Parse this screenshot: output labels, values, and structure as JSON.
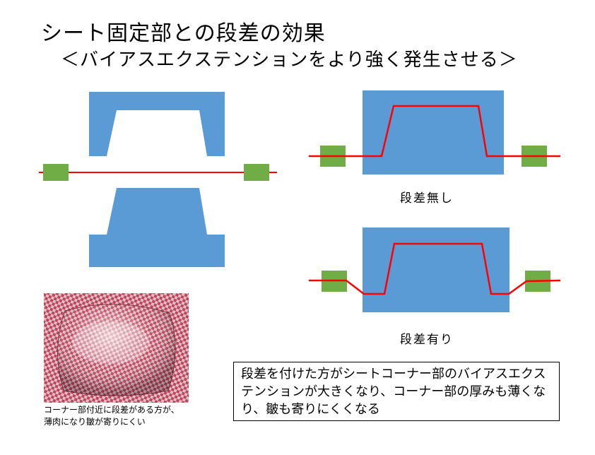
{
  "header": {
    "title": "シート固定部との段差の効果",
    "subtitle": "＜バイアスエクステンションをより強く発生させる＞"
  },
  "diagrams": {
    "no_step_caption": "段差無し",
    "with_step_caption": "段差有り"
  },
  "photo": {
    "caption_line1": "コーナー部付近に段差がある方が、",
    "caption_line2": "薄肉になり皺が寄りにくい"
  },
  "note": {
    "text": "段差を付けた方がシートコーナー部のバイアスエクステンションが大きくなり、コーナー部の厚みも薄くなり、皺も寄りにくくなる"
  },
  "colors": {
    "mold_blue": "#5b9bd5",
    "clamp_green": "#70ad47",
    "sheet_red": "#ff0000"
  }
}
